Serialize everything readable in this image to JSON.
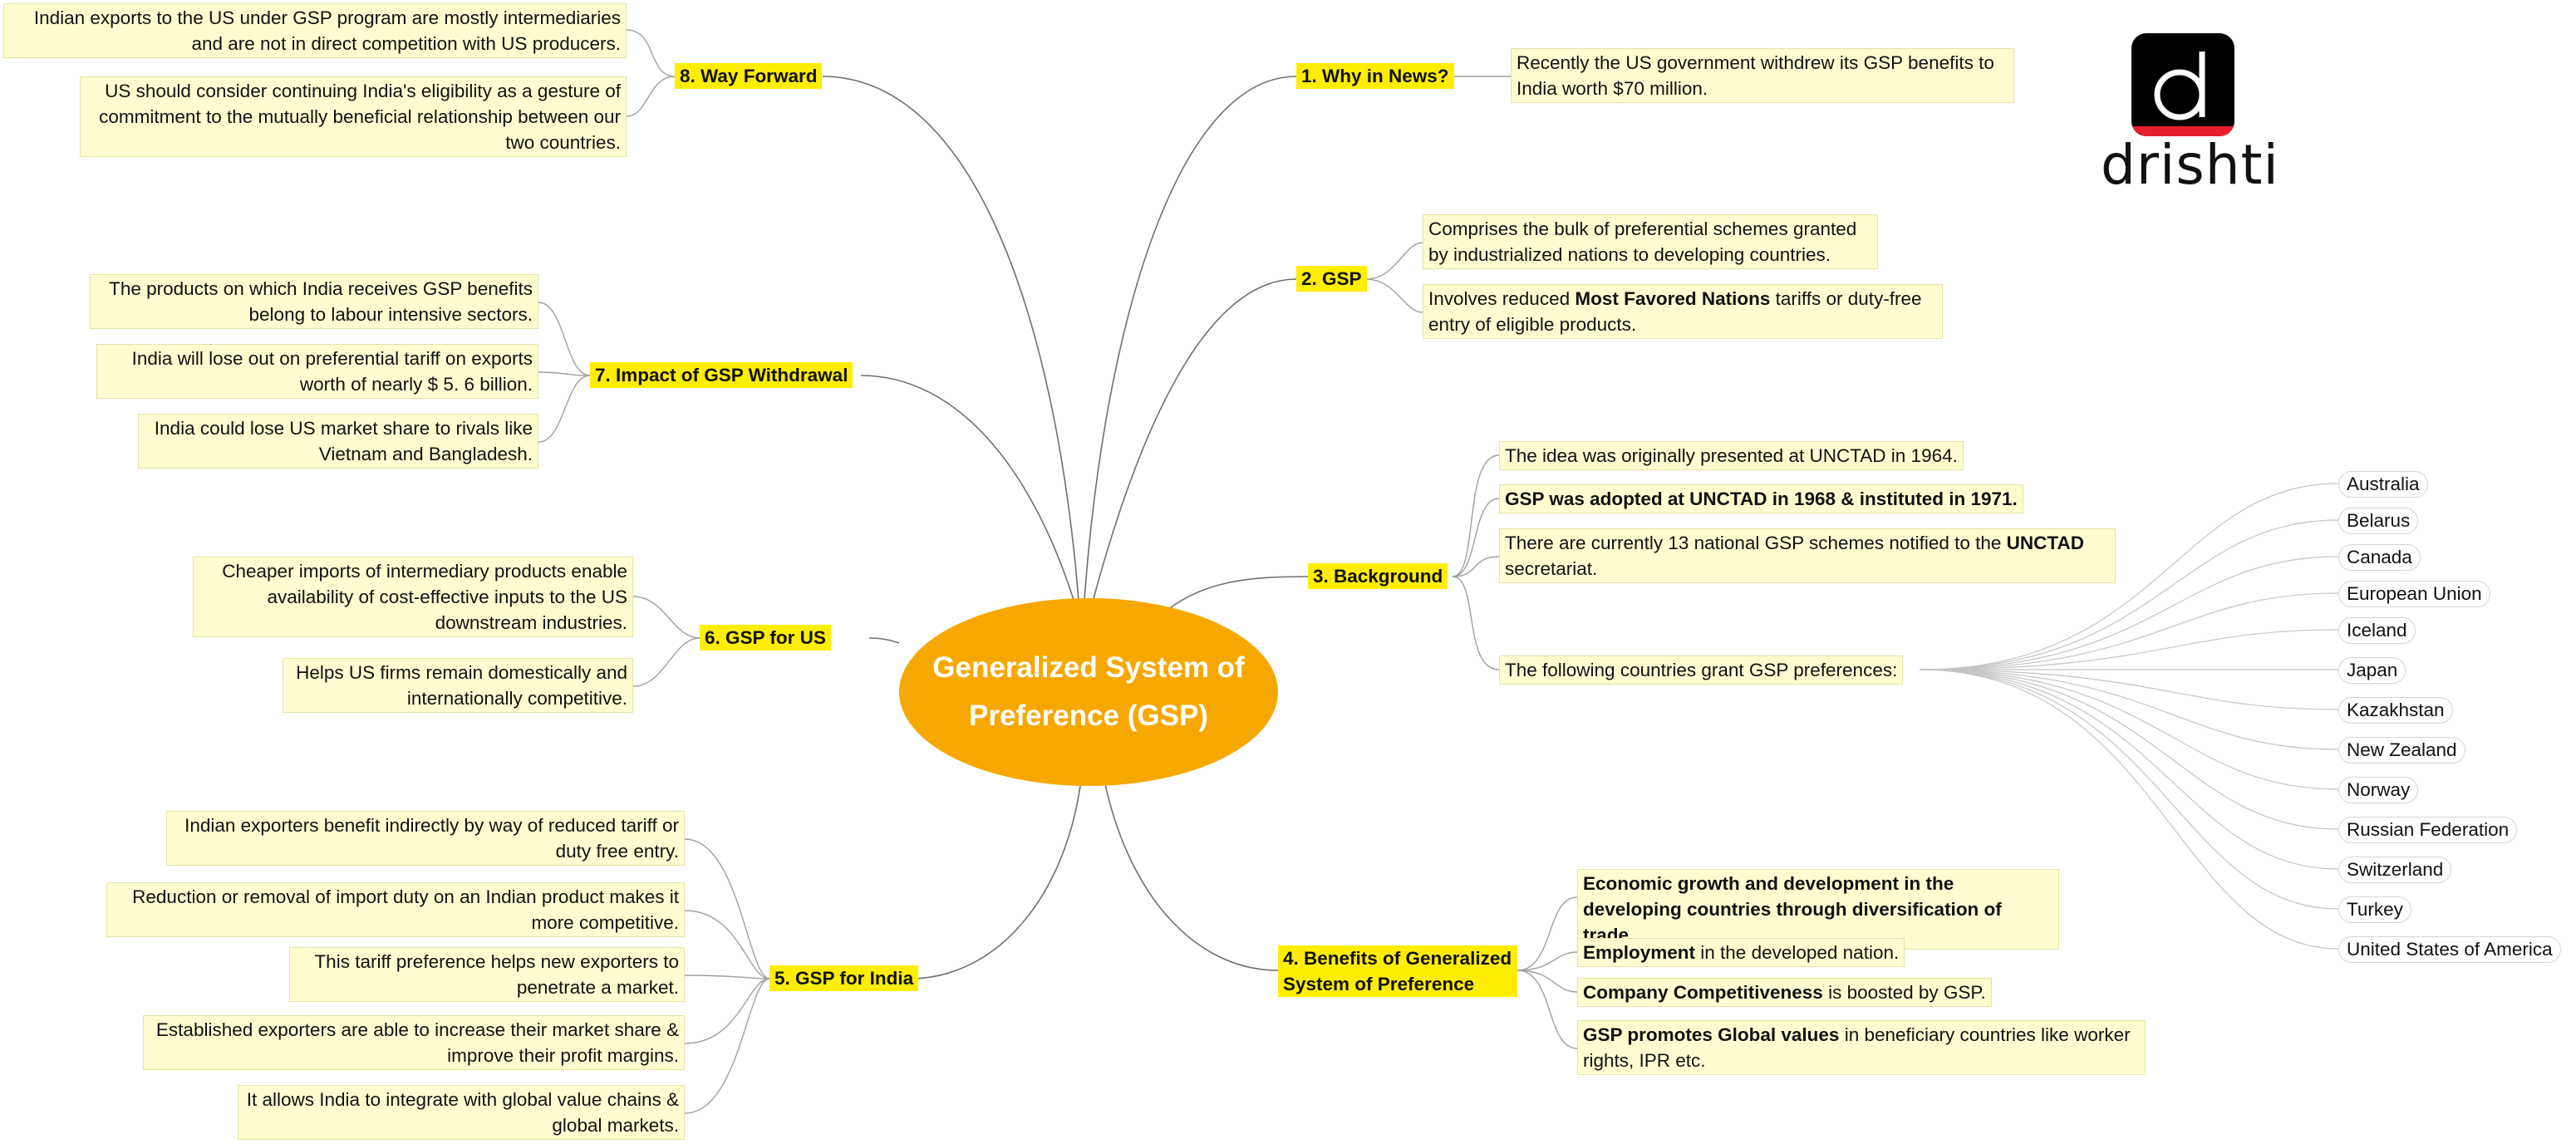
{
  "center": {
    "title": "Generalized System of Preference (GSP)"
  },
  "brand": {
    "name": "drishti"
  },
  "branches": {
    "b1": {
      "label": "1. Why in News?",
      "notes": [
        "Recently the US government withdrew its GSP benefits to India worth $70 million."
      ]
    },
    "b2": {
      "label": "2. GSP",
      "notes": [
        "Comprises the bulk of preferential schemes granted by industrialized nations to developing countries.",
        {
          "pre": "Involves reduced ",
          "bold": "Most Favored Nations",
          "post": " tariffs or duty-free entry of eligible products."
        }
      ]
    },
    "b3": {
      "label": "3. Background",
      "notes": [
        "The idea was originally presented at UNCTAD in 1964.",
        "GSP was adopted at UNCTAD in 1968 & instituted in 1971.",
        {
          "pre": "There are currently 13 national GSP schemes notified to the ",
          "bold": "UNCTAD",
          "post": " secretariat."
        },
        "The following countries grant GSP preferences:"
      ],
      "countries": [
        "Australia",
        "Belarus",
        "Canada",
        "European Union",
        "Iceland",
        "Japan",
        "Kazakhstan",
        "New Zealand",
        "Norway",
        "Russian Federation",
        "Switzerland",
        "Turkey",
        "United States of America"
      ]
    },
    "b4": {
      "label": "4. Benefits of Generalized System of Preference",
      "notes": [
        "Economic growth and development in the developing countries through diversification of trade.",
        {
          "bold": "Employment",
          "post": " in the developed nation."
        },
        {
          "bold": "Company Competitiveness",
          "post": " is boosted by GSP."
        },
        {
          "bold": "GSP promotes Global values",
          "post": " in beneficiary countries like worker rights, IPR etc."
        }
      ]
    },
    "b5": {
      "label": "5. GSP for India",
      "notes": [
        "Indian exporters benefit indirectly by way of reduced tariff or duty free entry.",
        "Reduction or removal of import duty on an Indian product makes it more competitive.",
        "This tariff preference helps new exporters to penetrate a market.",
        "Established exporters are able to increase their market share & improve their profit margins.",
        "It allows India to integrate with global value chains & global markets."
      ]
    },
    "b6": {
      "label": "6. GSP for US",
      "notes": [
        "Cheaper imports of intermediary products enable availability of cost-effective inputs to the US downstream industries.",
        "Helps US firms remain domestically and internationally competitive."
      ]
    },
    "b7": {
      "label": "7. Impact of GSP Withdrawal",
      "notes": [
        "The products on which India receives GSP benefits belong to labour intensive sectors.",
        "India will lose out on preferential tariff on exports worth of nearly $ 5. 6 billion.",
        "India could lose US market share to rivals like Vietnam and Bangladesh."
      ]
    },
    "b8": {
      "label": "8. Way Forward",
      "notes": [
        "Indian exports to the US under GSP program are mostly intermediaries and are not in direct competition with US producers.",
        "US should consider continuing India's eligibility as a gesture of commitment to the mutually beneficial relationship between our two countries."
      ]
    }
  },
  "colors": {
    "center": "#f6a800",
    "branch": "#ffee00",
    "note": "#fffdd0",
    "line": "#6e6e6e",
    "brand_red": "#e51f2b"
  }
}
